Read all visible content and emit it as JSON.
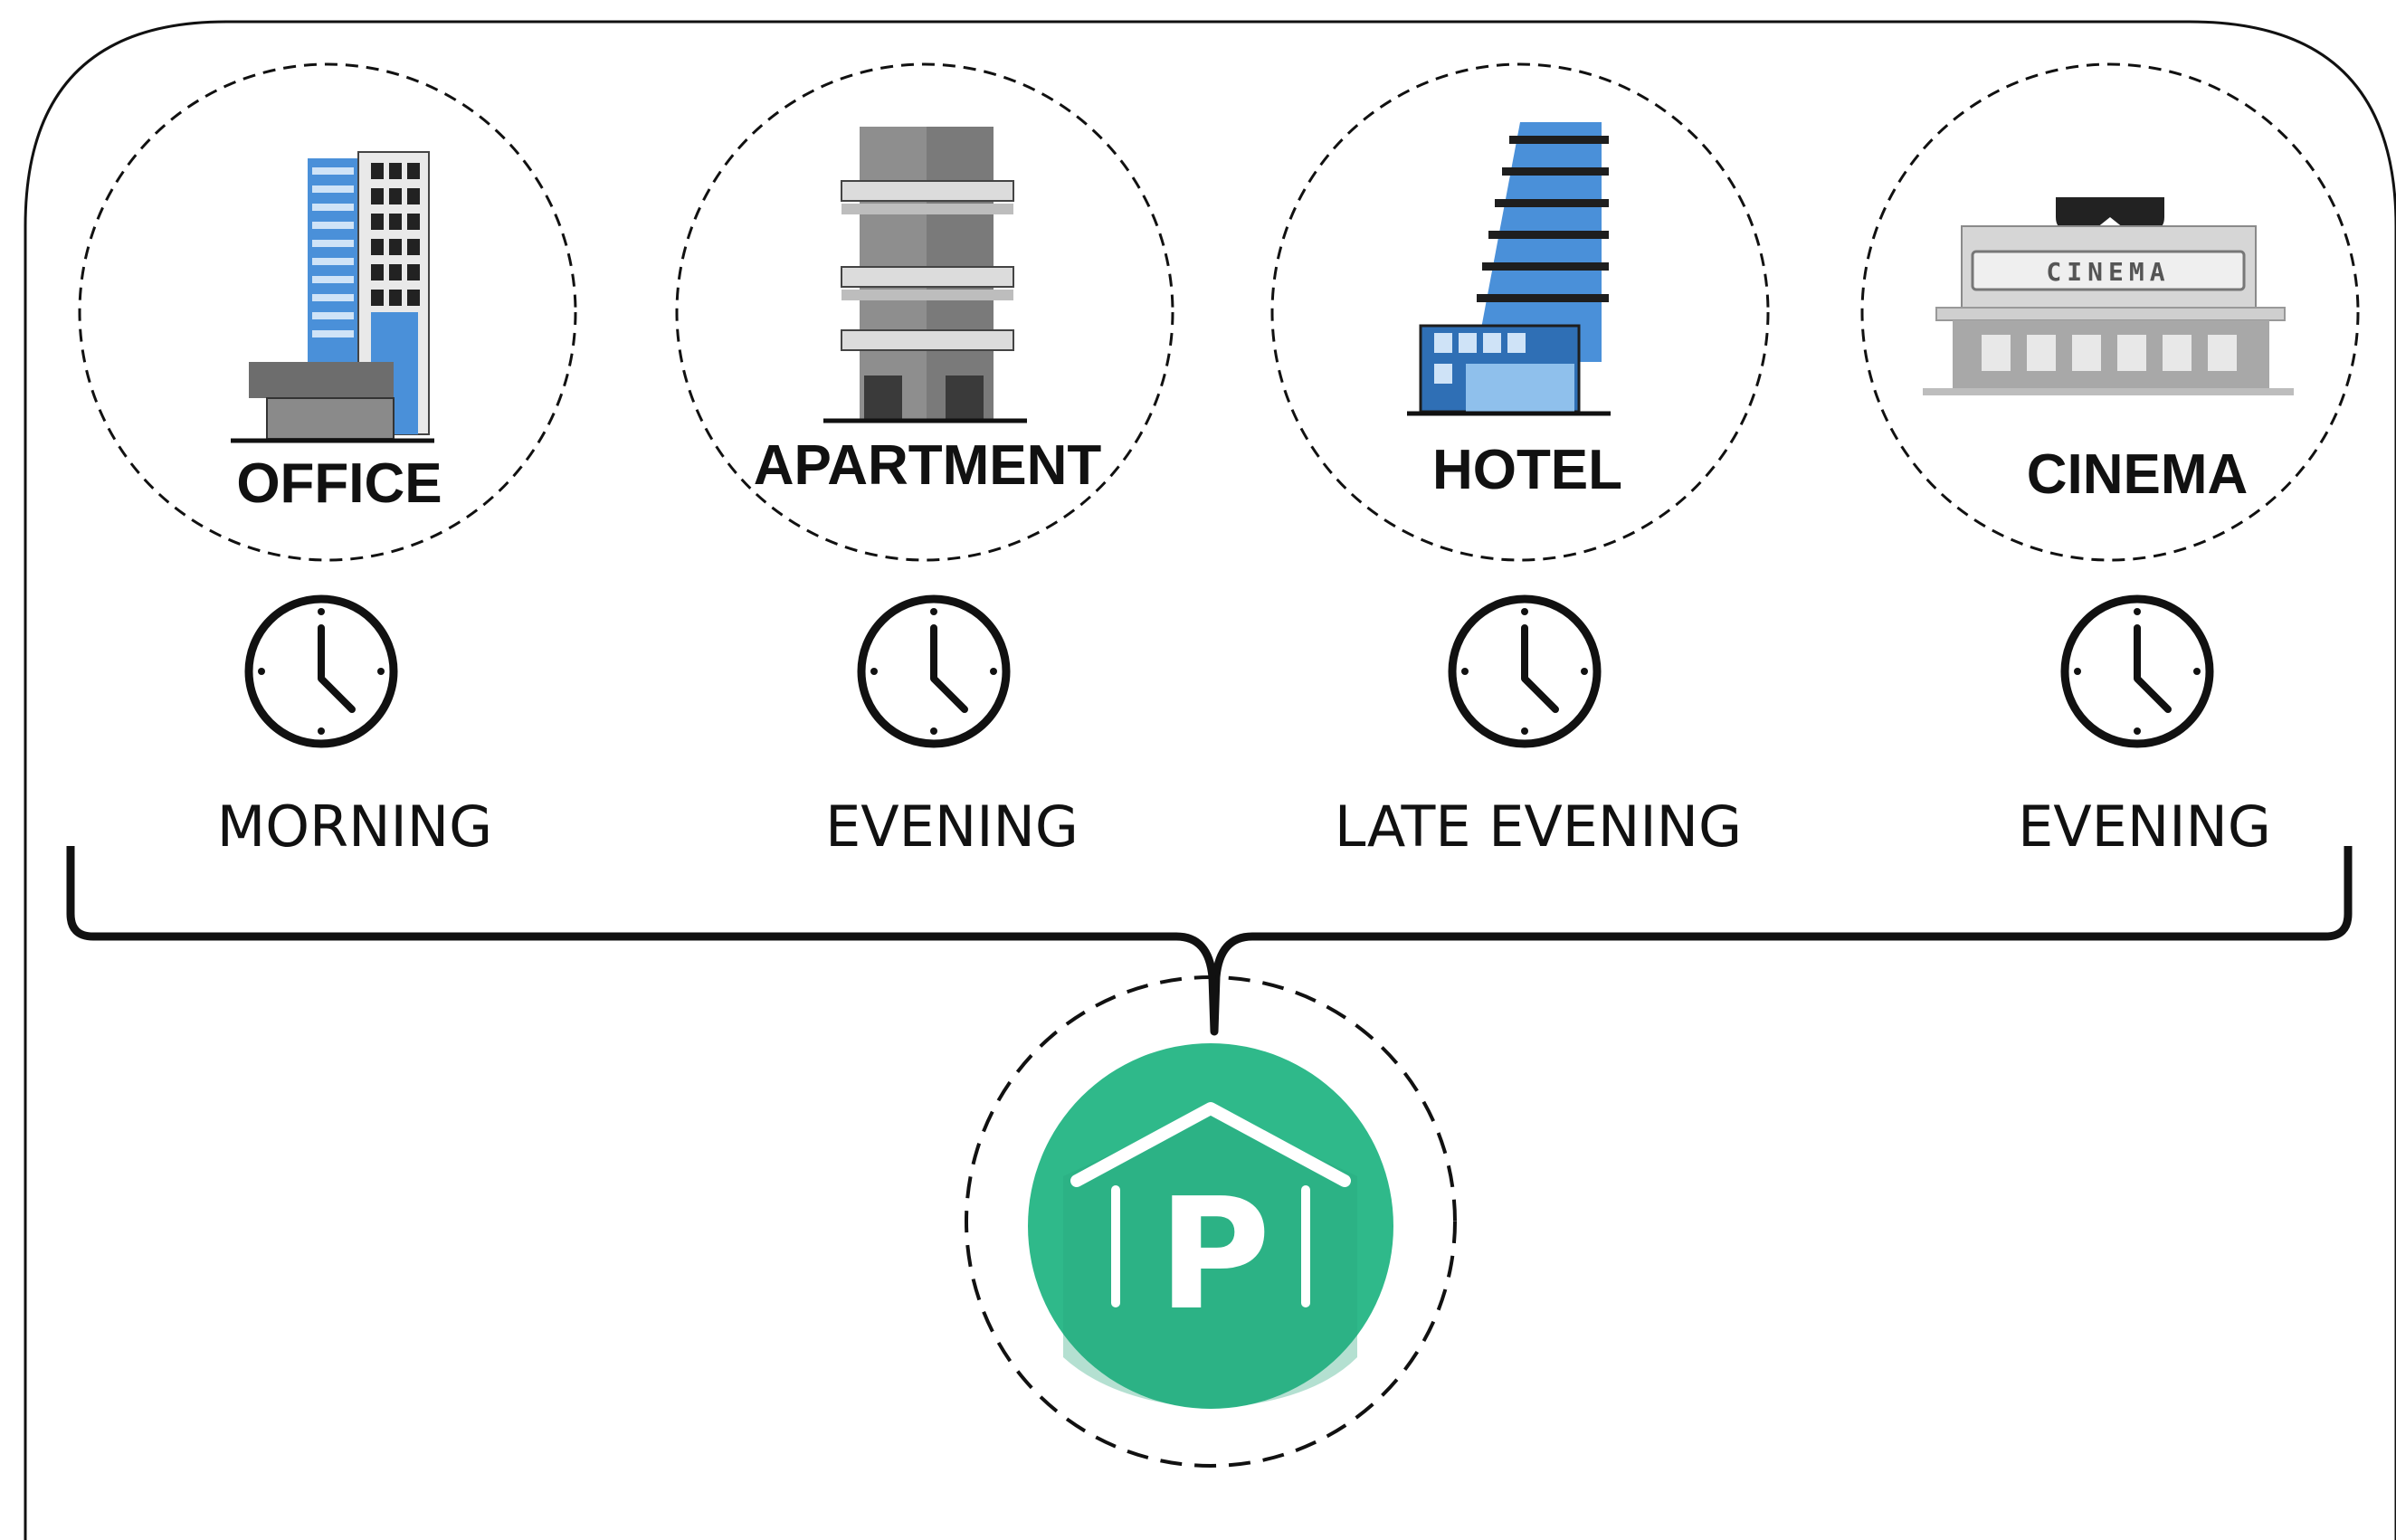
{
  "buildings": [
    {
      "id": "office",
      "label": "OFFICE",
      "time": "MORNING",
      "icon": "office-building-icon"
    },
    {
      "id": "apartment",
      "label": "APARTMENT",
      "time": "EVENING",
      "icon": "apartment-building-icon"
    },
    {
      "id": "hotel",
      "label": "HOTEL",
      "time": "LATE EVENING",
      "icon": "hotel-building-icon"
    },
    {
      "id": "cinema",
      "label": "CINEMA",
      "time": "EVENING",
      "icon": "cinema-building-icon",
      "sign_text": "CINEMA"
    }
  ],
  "parking": {
    "icon": "parking-garage-icon",
    "letter": "P",
    "color": "#2fb98a"
  },
  "colors": {
    "line": "#111111",
    "glass_blue": "#4a90d9",
    "concrete": "#7a7a7a"
  }
}
